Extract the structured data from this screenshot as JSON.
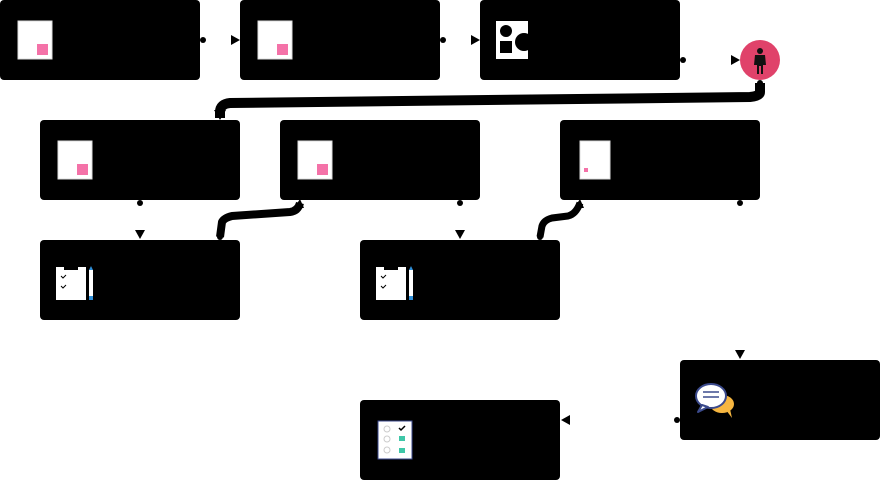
{
  "diagram": {
    "colors": {
      "node_fill": "#000000",
      "connector": "#000000",
      "accent_pink": "#f472a8",
      "actor_red": "#e0426a",
      "check_teal": "#3ec7a8",
      "bubble_blue": "#3b4a8c",
      "bubble_orange": "#f6b640",
      "pencil_blue": "#2f8fd8"
    },
    "nodes": [
      {
        "id": "n1",
        "icon": "document-icon",
        "label": ""
      },
      {
        "id": "n2",
        "icon": "document-icon",
        "label": ""
      },
      {
        "id": "n3",
        "icon": "shapes-icon",
        "label": ""
      },
      {
        "id": "n4",
        "icon": "document-icon",
        "label": ""
      },
      {
        "id": "n5",
        "icon": "document-icon",
        "label": ""
      },
      {
        "id": "n6",
        "icon": "small-document-icon",
        "label": ""
      },
      {
        "id": "n7",
        "icon": "clipboard-pencil-icon",
        "label": ""
      },
      {
        "id": "n8",
        "icon": "clipboard-pencil-icon",
        "label": ""
      },
      {
        "id": "n9",
        "icon": "chat-bubbles-icon",
        "label": ""
      },
      {
        "id": "n10",
        "icon": "checklist-icon",
        "label": ""
      }
    ],
    "actor": {
      "icon": "person-icon"
    }
  }
}
